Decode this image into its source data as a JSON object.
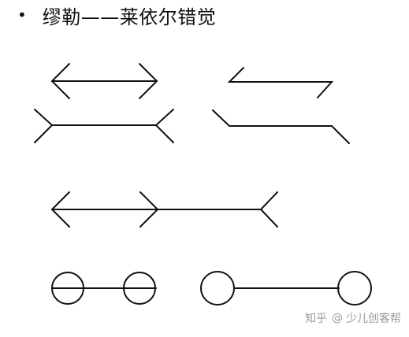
{
  "slide": {
    "bullet": "•",
    "title": "缪勒——莱依尔错觉"
  },
  "watermark": {
    "brand": "知乎",
    "separator": "@",
    "author": "少儿创客帮"
  },
  "figures": [
    "arrowheads-inward-vs-outward-fins",
    "z-shaped-lines",
    "combined-arrow-line",
    "circles-on-lines"
  ]
}
